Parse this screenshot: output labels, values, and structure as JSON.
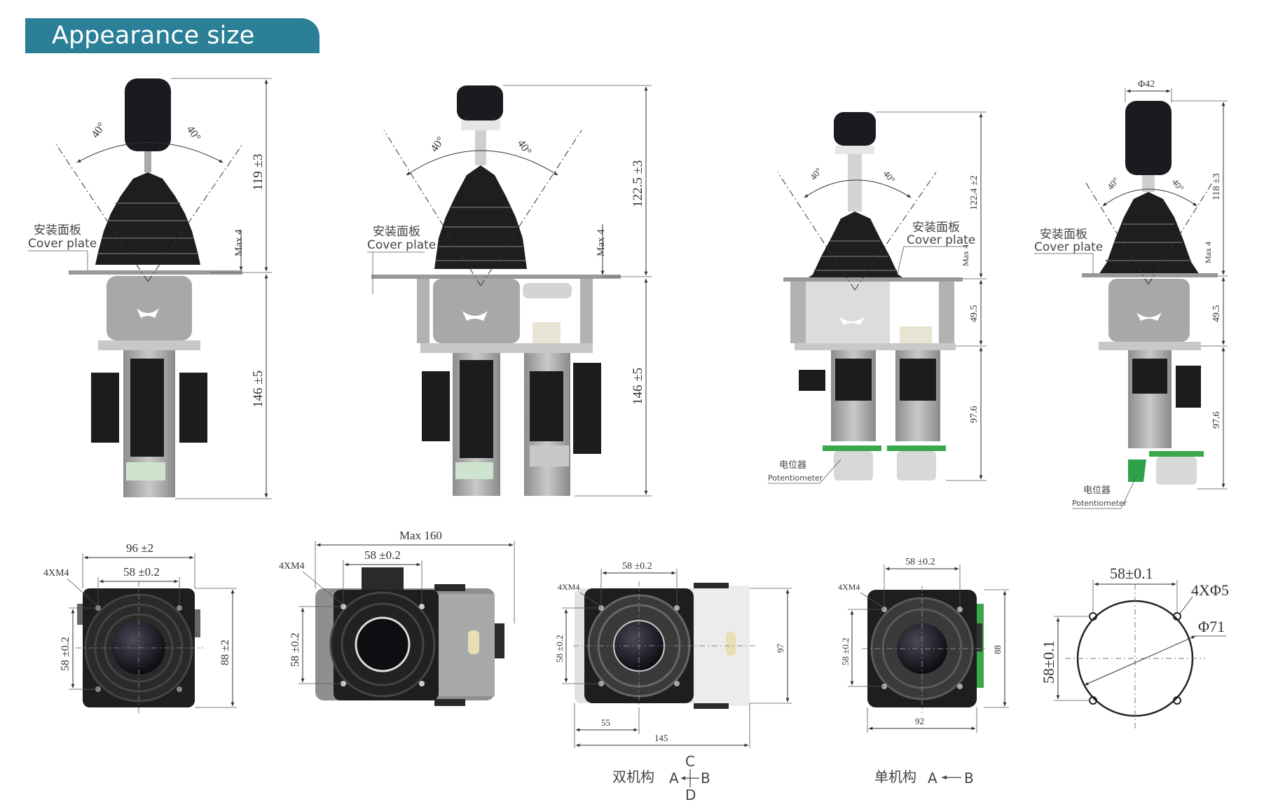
{
  "header": {
    "title": "Appearance size"
  },
  "labels": {
    "cover_cn": "安装面板",
    "cover_en": "Cover plate",
    "pot_cn": "电位器",
    "pot_en": "Potentiometer"
  },
  "front_views": {
    "v1": {
      "angle_left": "40°",
      "angle_right": "40°",
      "top_dim": "119 ±3",
      "max": "Max 4",
      "bottom_dim": "146 ±5"
    },
    "v2": {
      "angle_left": "40°",
      "angle_right": "40°",
      "top_dim": "122.5 ±3",
      "max": "Max 4",
      "bottom_dim": "146 ±5"
    },
    "v3": {
      "angle_left": "40°",
      "angle_right": "40°",
      "top_dim": "122.4 ±2",
      "max": "Max 4",
      "mid_dim": "49.5",
      "bottom_dim": "97.6"
    },
    "v4": {
      "top_width": "Φ42",
      "angle_left": "40°",
      "angle_right": "40°",
      "top_dim": "118 ±3",
      "max": "Max 4",
      "mid_dim": "49.5",
      "bottom_dim": "97.6"
    }
  },
  "top_views": {
    "t1": {
      "holes": "4XM4",
      "outer_w": "96 ±2",
      "inner_w": "58 ±0.2",
      "left_h": "58 ±0.2",
      "right_h": "88 ±2"
    },
    "t2": {
      "holes": "4XM4",
      "max_w": "Max 160",
      "inner_w": "58 ±0.2",
      "left_h": "58 ±0.2"
    },
    "t3": {
      "holes": "4XM4",
      "inner_w": "58 ±0.2",
      "left_h": "58 ±0.2",
      "right_h": "97",
      "w55": "55",
      "w145": "145"
    },
    "t4": {
      "holes": "4XM4",
      "inner_w": "58 ±0.2",
      "left_h": "58 ±0.2",
      "right_h": "88",
      "bottom_w": "92"
    }
  },
  "cutout": {
    "width": "58±0.1",
    "holes": "4XΦ5",
    "diameter": "Φ71",
    "height": "58±0.1"
  },
  "captions": {
    "dual": "双机构",
    "single": "单机构",
    "a": "A",
    "b": "B",
    "c": "C",
    "d": "D"
  },
  "colors": {
    "banner": "#2b7f96",
    "metal": "#b9b9b9",
    "rubber": "#1e1e1e"
  }
}
